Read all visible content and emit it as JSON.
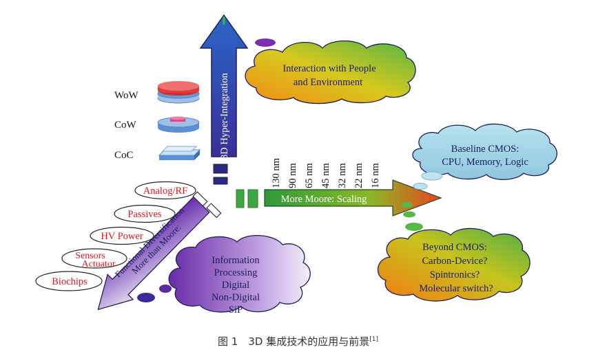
{
  "axes": {
    "vertical": "3D Hyper-Integration",
    "horizontal": "More Moore: Scaling",
    "diagonal_line1": "More than Moore:",
    "diagonal_line2": "Functional Diversification"
  },
  "stacking": {
    "wow": "WoW",
    "cow": "CoW",
    "coc": "CoC"
  },
  "nodes": [
    "130 nm",
    "90 nm",
    "65 nm",
    "45 nm",
    "32 nm",
    "22 nm",
    "16 nm"
  ],
  "clouds": {
    "interaction": [
      "Interaction with People",
      "and Environment"
    ],
    "baseline": [
      "Baseline CMOS:",
      "CPU, Memory, Logic"
    ],
    "beyond": [
      "Beyond CMOS:",
      "Carbon-Device?",
      "Spintronics?",
      "Molecular switch?"
    ],
    "info": [
      "Information",
      "Processing",
      "Digital",
      "Non-Digital",
      "SiP"
    ]
  },
  "functions": {
    "analog_rf": "Analog/RF",
    "passives": "Passives",
    "hv_power": "HV Power",
    "sensors": "Sensors",
    "actuator": "Actuator",
    "biochips": "Biochips"
  },
  "caption": {
    "text": "图 1　3D 集成技术的应用与前景",
    "ref": "[1]"
  },
  "colors": {
    "label_red": "#e8141e",
    "cloud_stroke": "#1d1d5a",
    "stack_red": "#e23a3a",
    "stack_blue": "#5b8fd4",
    "stack_pink": "#e0447a"
  }
}
